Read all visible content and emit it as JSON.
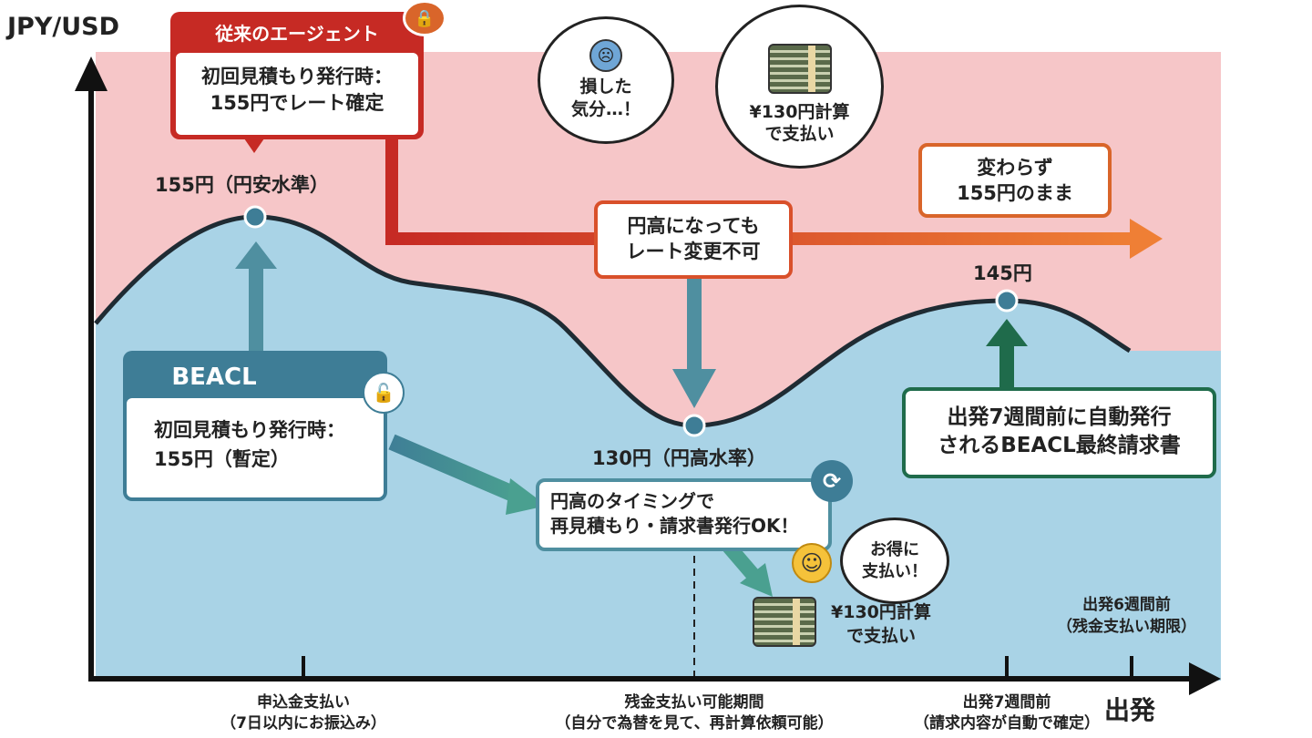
{
  "axis": {
    "y_label": "JPY/USD",
    "x_end_label": "出発"
  },
  "traditional": {
    "title": "従来のエージェント",
    "line1": "初回見積もり発行時：",
    "line2": "155円でレート確定",
    "lock_icon": "lock-closed"
  },
  "peak1": "155円（円安水準）",
  "trough": "130円（円高水率）",
  "peak2": "145円",
  "no_change": {
    "line1": "円高になっても",
    "line2": "レート変更不可"
  },
  "unchanged": {
    "line1": "変わらず",
    "line2": "155円のまま"
  },
  "sad_thought": {
    "line1": "損した",
    "line2": "気分…！"
  },
  "money_thought_top": {
    "line1": "¥130円計算",
    "line2": "で支払い"
  },
  "beacl": {
    "title": "BEACL",
    "line1": "初回見積もり発行時：",
    "line2": "155円（暫定）",
    "lock_icon": "lock-open"
  },
  "requote": {
    "line1": "円高のタイミングで",
    "line2": "再見積もり・請求書発行OK！"
  },
  "happy_thought": {
    "line1": "お得に",
    "line2": "支払い！"
  },
  "money_bottom": {
    "line1": "¥130円計算",
    "line2": "で支払い"
  },
  "final_invoice": {
    "line1": "出発7週間前に自動発行",
    "line2": "されるBEACL最終請求書"
  },
  "six_weeks": {
    "line1": "出発6週間前",
    "line2": "（残金支払い期限）"
  },
  "ticks": [
    {
      "label": "申込金支払い",
      "sub": "（7日以内にお振込み）"
    },
    {
      "label": "残金支払い可能期間",
      "sub": "（自分で為替を見て、再計算依頼可能）"
    },
    {
      "label": "出発7週間前",
      "sub": "（請求内容が自動で確定）"
    }
  ],
  "colors": {
    "pink": "#f6c6c8",
    "blue": "#a9d3e6",
    "red": "#c62a24",
    "orange": "#e5732e",
    "teal": "#4f8fa0",
    "green": "#1f6b4b"
  }
}
